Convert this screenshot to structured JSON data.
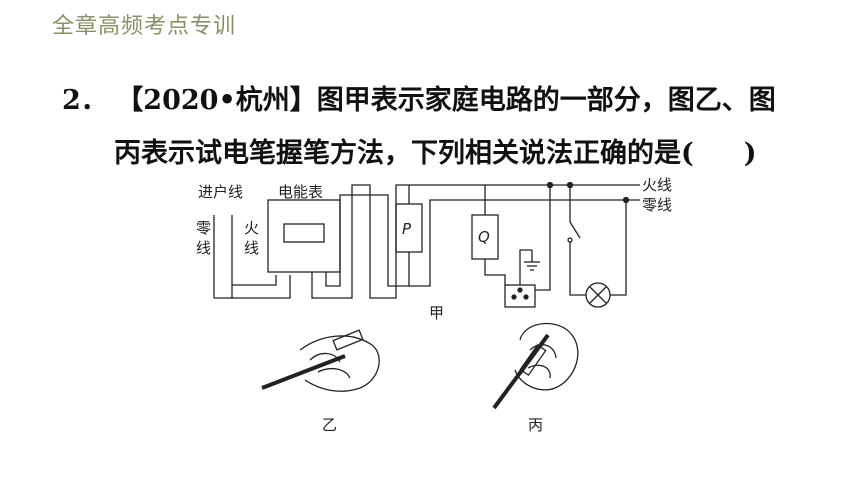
{
  "header": {
    "title": "全章高频考点专训"
  },
  "question": {
    "number": "2．",
    "line1": "【2020•杭州】图甲表示家庭电路的一部分，图乙、图",
    "line2_a": "丙表示试电笔握笔方法，下列相关说法正确的是(",
    "line2_b": ")"
  },
  "figure": {
    "label_incoming": "进户线",
    "label_meter": "电能表",
    "label_live": "火线",
    "label_neutral": "零线",
    "label_zero_vertical": "零线",
    "label_fire_vertical": "火线",
    "label_p": "P",
    "label_q": "Q",
    "caption_jia": "甲",
    "caption_yi": "乙",
    "caption_bing": "丙"
  }
}
